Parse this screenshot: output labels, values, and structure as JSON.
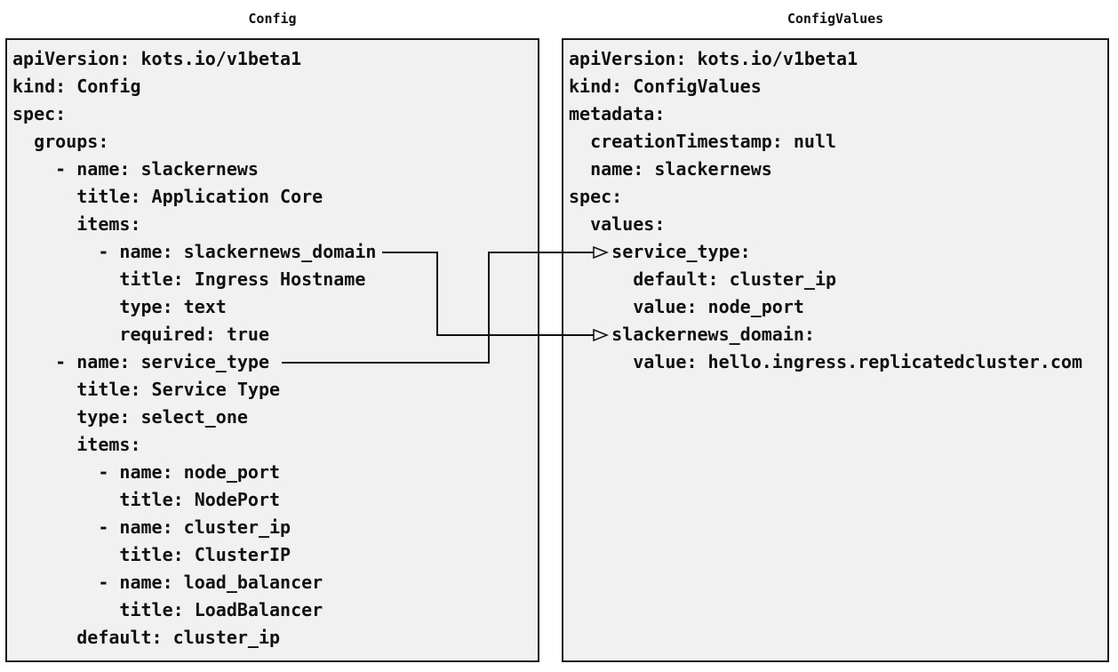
{
  "diagram": {
    "colors": {
      "page_bg": "#ffffff",
      "panel_bg": "#f1f1f1",
      "panel_border": "#1c1c1c",
      "text": "#111111",
      "connector": "#111111"
    },
    "left_panel": {
      "title": "Config",
      "yaml_lines": [
        "apiVersion: kots.io/v1beta1",
        "kind: Config",
        "spec:",
        "  groups:",
        "    - name: slackernews",
        "      title: Application Core",
        "      items:",
        "        - name: slackernews_domain",
        "          title: Ingress Hostname",
        "          type: text",
        "          required: true",
        "    - name: service_type",
        "      title: Service Type",
        "      type: select_one",
        "      items:",
        "        - name: node_port",
        "          title: NodePort",
        "        - name: cluster_ip",
        "          title: ClusterIP",
        "        - name: load_balancer",
        "          title: LoadBalancer",
        "      default: cluster_ip"
      ]
    },
    "right_panel": {
      "title": "ConfigValues",
      "yaml_lines": [
        "apiVersion: kots.io/v1beta1",
        "kind: ConfigValues",
        "metadata:",
        "  creationTimestamp: null",
        "  name: slackernews",
        "spec:",
        "  values:",
        "    service_type:",
        "      default: cluster_ip",
        "      value: node_port",
        "    slackernews_domain:",
        "      value: hello.ingress.replicatedcluster.com"
      ]
    },
    "connections": [
      {
        "from": "Config item slackernews_domain",
        "to": "ConfigValues value slackernews_domain"
      },
      {
        "from": "Config item service_type",
        "to": "ConfigValues value service_type"
      }
    ]
  }
}
